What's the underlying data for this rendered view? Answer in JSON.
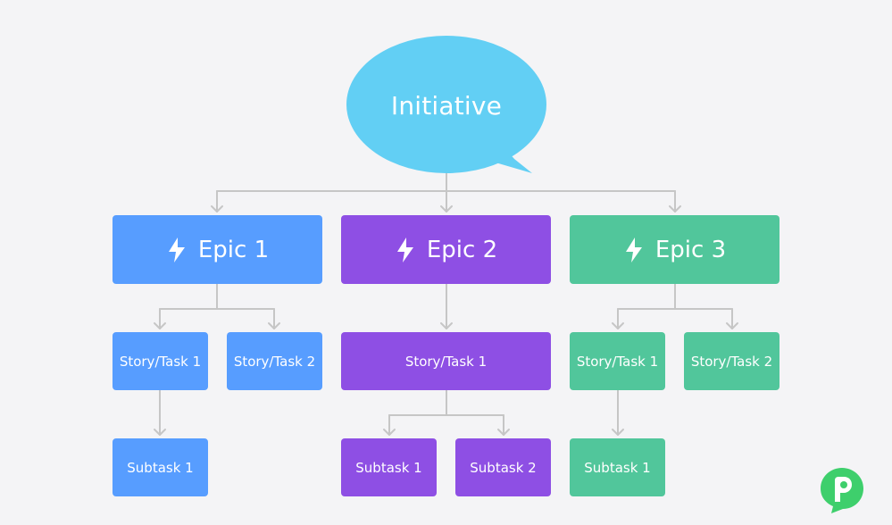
{
  "initiative": {
    "label": "Initiative"
  },
  "epics": [
    {
      "label": "Epic 1",
      "color": "#579dff"
    },
    {
      "label": "Epic 2",
      "color": "#8e4fe4"
    },
    {
      "label": "Epic 3",
      "color": "#51c69b"
    }
  ],
  "stories": [
    {
      "label": "Story/Task 1",
      "epic": "Epic 1"
    },
    {
      "label": "Story/Task 2",
      "epic": "Epic 1"
    },
    {
      "label": "Story/Task 1",
      "epic": "Epic 2"
    },
    {
      "label": "Story/Task 1",
      "epic": "Epic 3"
    },
    {
      "label": "Story/Task 2",
      "epic": "Epic 3"
    }
  ],
  "subtasks": [
    {
      "label": "Subtask 1",
      "epic": "Epic 1"
    },
    {
      "label": "Subtask 1",
      "epic": "Epic 2"
    },
    {
      "label": "Subtask 2",
      "epic": "Epic 2"
    },
    {
      "label": "Subtask 1",
      "epic": "Epic 3"
    }
  ],
  "colors": {
    "initiative": "#62cff4",
    "connector": "#c6c6c6",
    "background": "#f4f4f6",
    "logo": "#3ecf6c"
  },
  "icons": {
    "epic": "lightning-bolt-icon",
    "brand": "brand-logo-icon"
  }
}
